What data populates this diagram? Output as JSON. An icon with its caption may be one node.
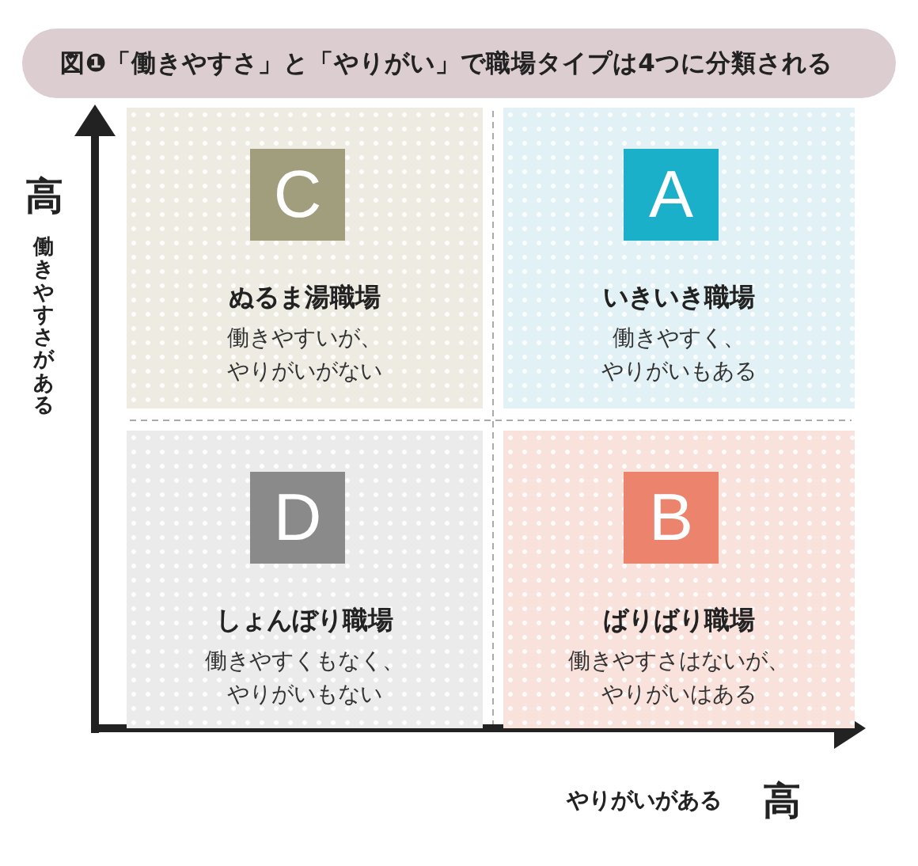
{
  "diagram": {
    "title": "図❶「働きやすさ」と「やりがい」で職場タイプは4つに分類される",
    "nodes": [
      {
        "text": [
          "ぬるま湯職場",
          "働きやすいが、やりがいがない"
        ]
      },
      {
        "text": [
          "C"
        ],
        "in": 0
      },
      {
        "text": [
          "いきいき職場",
          "働きやすく、やりがいもある"
        ]
      },
      {
        "text": [
          "A"
        ],
        "in": 2
      },
      {
        "text": [
          "しょんぼり職場",
          "働きやすくもなく、やりがいもない"
        ]
      },
      {
        "text": [
          "D"
        ],
        "in": 4
      },
      {
        "text": [
          "ばりばり職場",
          "働きやすさはないが、やりがいはある"
        ]
      },
      {
        "text": [
          "B"
        ],
        "in": 6
      }
    ],
    "labels": [
      "高",
      "働きやすさがある",
      "やりがいがある",
      "高"
    ]
  }
}
